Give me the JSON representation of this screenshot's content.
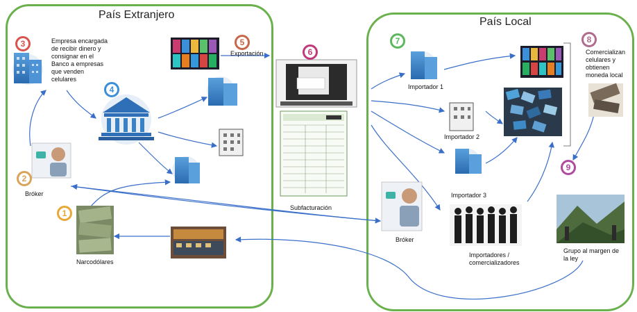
{
  "regions": {
    "foreign": "País Extranjero",
    "local": "País Local"
  },
  "steps": [
    {
      "n": "1",
      "color": "#e8a838"
    },
    {
      "n": "2",
      "color": "#d9a45a"
    },
    {
      "n": "3",
      "color": "#d9534f"
    },
    {
      "n": "4",
      "color": "#3b8fd9"
    },
    {
      "n": "5",
      "color": "#c8674a"
    },
    {
      "n": "6",
      "color": "#c0397a"
    },
    {
      "n": "7",
      "color": "#5cb85c"
    },
    {
      "n": "8",
      "color": "#b06b8e"
    },
    {
      "n": "9",
      "color": "#b04a9e"
    }
  ],
  "labels": {
    "company_desc_1": "Empresa encargada",
    "company_desc_2": "de recibir dinero y",
    "company_desc_3": "consignar en el",
    "company_desc_4": "Banco a empresas",
    "company_desc_5": "que venden",
    "company_desc_6": "celulares",
    "export": "Exportación",
    "broker_foreign": "Bróker",
    "narco": "Narcodólares",
    "subfacturacion": "Subfacturación",
    "importer1": "Importador 1",
    "importer2": "Importador 2",
    "importer3": "Importador 3",
    "broker_local": "Bróker",
    "importers_1": "Importadores /",
    "importers_2": "comercializadores",
    "commercialize_1": "Comercializan",
    "commercialize_2": "celulares y",
    "commercialize_3": "obtienen",
    "commercialize_4": "moneda local",
    "group_1": "Grupo al margen de",
    "group_2": "la ley"
  },
  "colors": {
    "region_border": "#6ab04c",
    "arrow": "#3a6fc9",
    "building": "#3b82c4"
  }
}
